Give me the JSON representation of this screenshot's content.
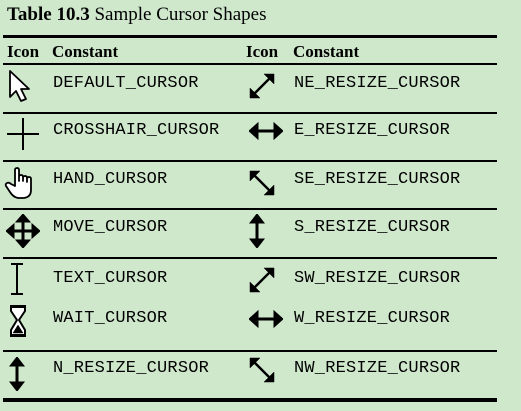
{
  "table": {
    "title_number": "Table 10.3",
    "title_text": "Sample Cursor Shapes",
    "headers": {
      "icon": "Icon",
      "constant": "Constant"
    },
    "rows": [
      {
        "left": {
          "icon": "default-cursor-icon",
          "constant": "DEFAULT_CURSOR"
        },
        "right": {
          "icon": "ne-resize-cursor-icon",
          "constant": "NE_RESIZE_CURSOR"
        }
      },
      {
        "left": {
          "icon": "crosshair-cursor-icon",
          "constant": "CROSSHAIR_CURSOR"
        },
        "right": {
          "icon": "e-resize-cursor-icon",
          "constant": "E_RESIZE_CURSOR"
        }
      },
      {
        "left": {
          "icon": "hand-cursor-icon",
          "constant": "HAND_CURSOR"
        },
        "right": {
          "icon": "se-resize-cursor-icon",
          "constant": "SE_RESIZE_CURSOR"
        }
      },
      {
        "left": {
          "icon": "move-cursor-icon",
          "constant": "MOVE_CURSOR"
        },
        "right": {
          "icon": "s-resize-cursor-icon",
          "constant": "S_RESIZE_CURSOR"
        }
      },
      {
        "left": {
          "icon": "text-cursor-icon",
          "constant": "TEXT_CURSOR"
        },
        "right": {
          "icon": "sw-resize-cursor-icon",
          "constant": "SW_RESIZE_CURSOR"
        }
      },
      {
        "left": {
          "icon": "wait-cursor-icon",
          "constant": "WAIT_CURSOR"
        },
        "right": {
          "icon": "w-resize-cursor-icon",
          "constant": "W_RESIZE_CURSOR"
        }
      },
      {
        "left": {
          "icon": "n-resize-cursor-icon",
          "constant": "N_RESIZE_CURSOR"
        },
        "right": {
          "icon": "nw-resize-cursor-icon",
          "constant": "NW_RESIZE_CURSOR"
        }
      }
    ]
  },
  "colors": {
    "background": "#cfe8cc",
    "text": "#000000"
  }
}
